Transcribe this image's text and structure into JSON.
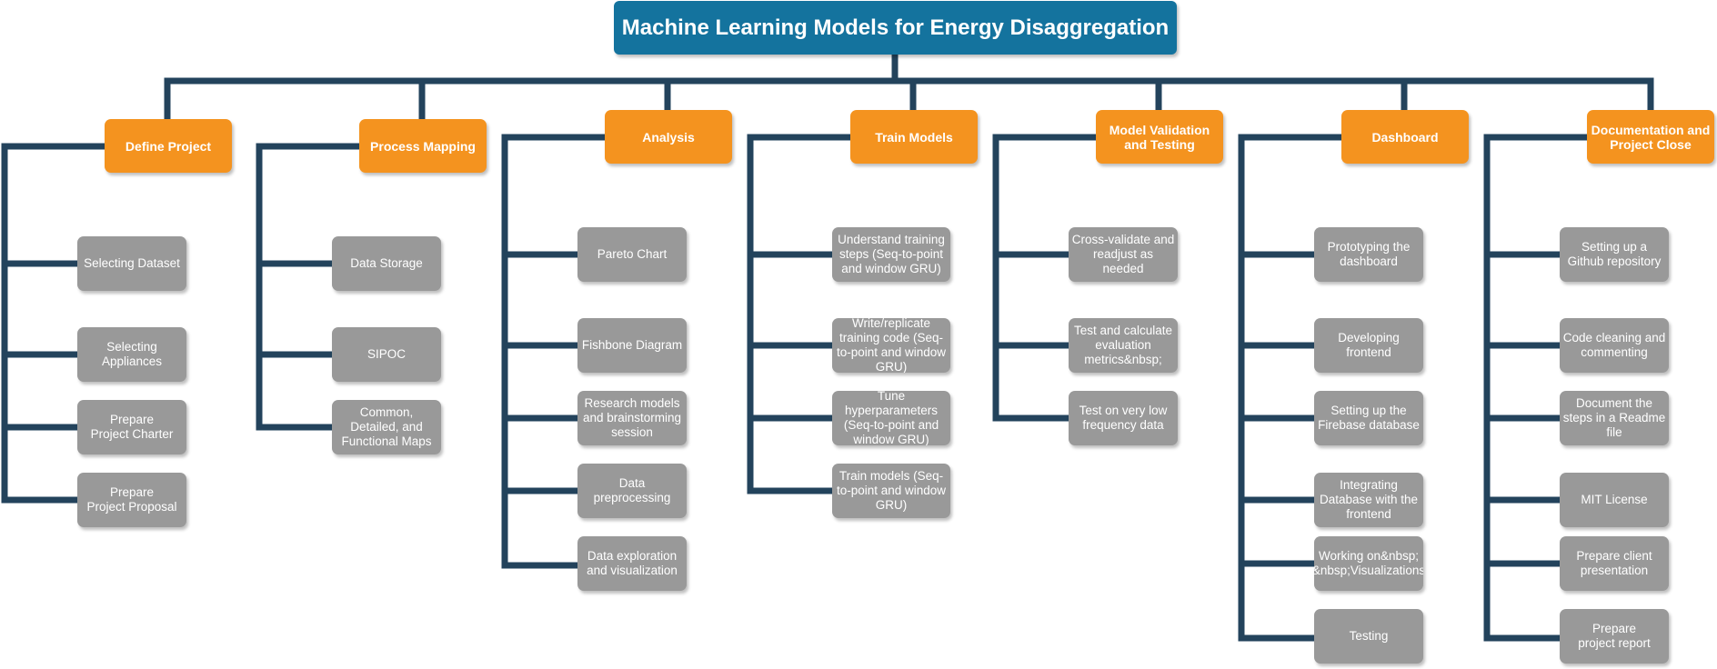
{
  "title": "Machine Learning Models for Energy Disaggregation",
  "colors": {
    "root": "#14739e",
    "category": "#f4931f",
    "task": "#999999",
    "connector": "#23435c"
  },
  "categories": [
    {
      "label": "Define Project",
      "tasks": [
        "Selecting Dataset",
        "Selecting\nAppliances",
        "Prepare\nProject Charter",
        "Prepare\nProject Proposal"
      ]
    },
    {
      "label": "Process Mapping",
      "tasks": [
        "Data Storage",
        "SIPOC",
        "Common,\nDetailed, and\nFunctional Maps"
      ]
    },
    {
      "label": "Analysis",
      "tasks": [
        "Pareto Chart",
        "Fishbone Diagram",
        "Research models\nand brainstorming\nsession",
        "Data\npreprocessing",
        "Data exploration\nand visualization"
      ]
    },
    {
      "label": "Train Models",
      "tasks": [
        "Understand training\nsteps (Seq-to-point\nand window GRU)",
        "Write/replicate\ntraining code (Seq-\nto-point and window\nGRU)",
        "Tune\nhyperparameters\n(Seq-to-point and\nwindow GRU)",
        "Train models (Seq-\nto-point and window\nGRU)"
      ]
    },
    {
      "label": "Model Validation\nand Testing",
      "tasks": [
        "Cross-validate and\nreadjust as\nneeded",
        "Test and calculate\nevaluation\nmetrics&nbsp;",
        "Test on very low\nfrequency data"
      ]
    },
    {
      "label": "Dashboard",
      "tasks": [
        "Prototyping the\ndashboard",
        "Developing\nfrontend",
        "Setting up the\nFirebase database",
        "Integrating\nDatabase with the\nfrontend",
        "Working on&nbsp;\n&nbsp;Visualizations",
        "Testing"
      ]
    },
    {
      "label": "Documentation and\nProject Close",
      "tasks": [
        "Setting up a\nGithub repository",
        "Code cleaning and\ncommenting",
        "Document the\nsteps in a Readme\nfile",
        "MIT License",
        "Prepare client\npresentation",
        "Prepare\nproject report"
      ]
    }
  ]
}
